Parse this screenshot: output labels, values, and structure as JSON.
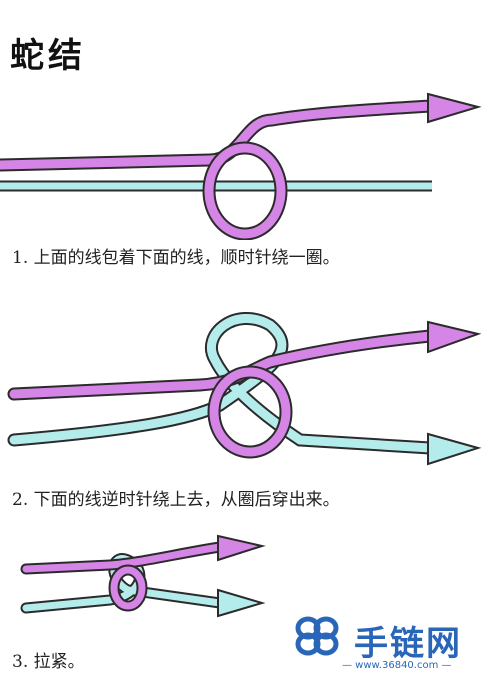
{
  "title": "蛇结",
  "colors": {
    "pink": "#d585e6",
    "cyan": "#b3eceb",
    "outline": "#2b2b2b",
    "brand": "#2a66b8"
  },
  "steps": [
    {
      "caption": "1. 上面的线包着下面的线，顺时针绕一圈。"
    },
    {
      "caption": "2. 下面的线逆时针绕上去，从圈后穿出来。"
    },
    {
      "caption": "3. 拉紧。"
    }
  ],
  "watermark": {
    "name": "手链网",
    "url": "— www.36840.com —"
  }
}
